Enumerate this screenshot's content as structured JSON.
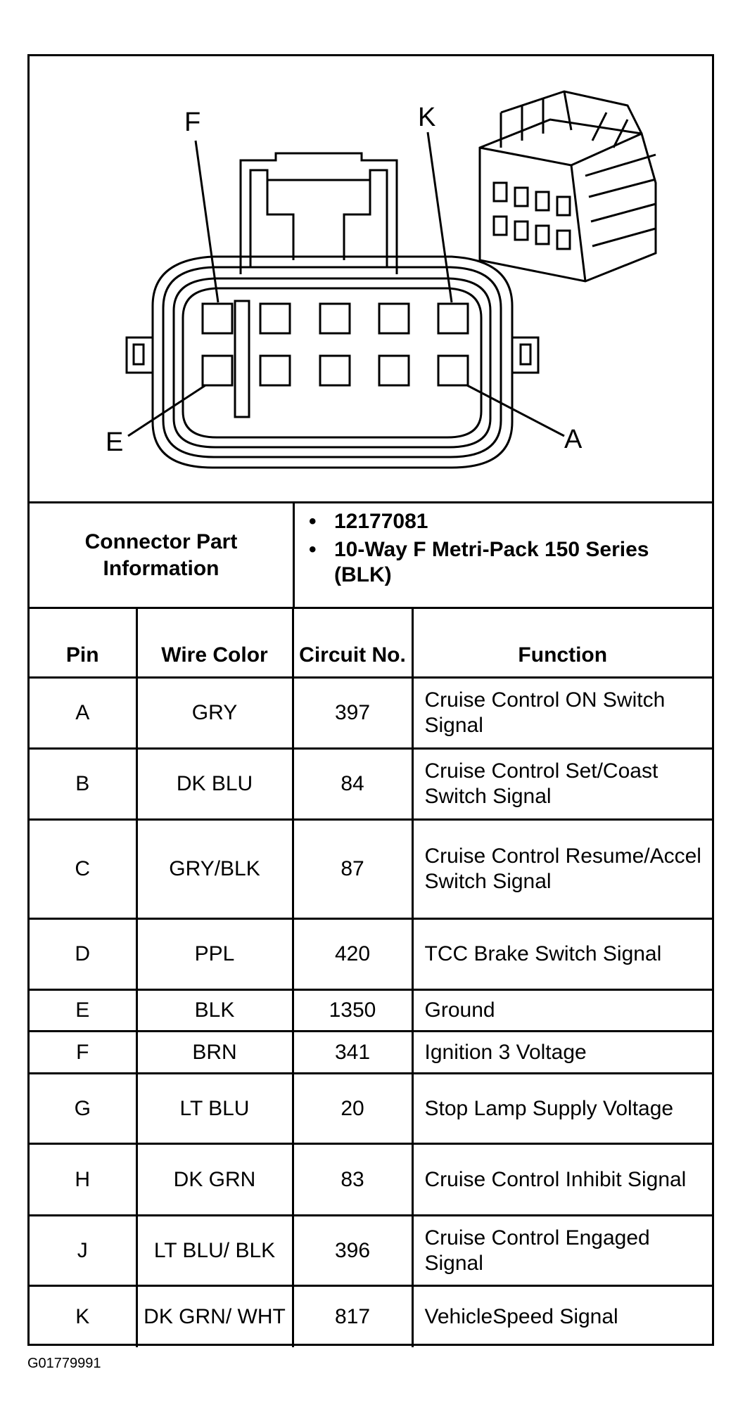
{
  "diagram": {
    "callouts": [
      "F",
      "K",
      "E",
      "A"
    ]
  },
  "connector_info": {
    "label": "Connector Part Information",
    "items": [
      "12177081",
      "10-Way F Metri-Pack 150 Series (BLK)"
    ]
  },
  "table": {
    "headers": [
      "Pin",
      "Wire Color",
      "Circuit No.",
      "Function"
    ],
    "rows": [
      {
        "pin": "A",
        "color": "GRY",
        "circuit": "397",
        "function": "Cruise Control ON Switch Signal"
      },
      {
        "pin": "B",
        "color": "DK BLU",
        "circuit": "84",
        "function": "Cruise Control Set/Coast Switch Signal"
      },
      {
        "pin": "C",
        "color": "GRY/BLK",
        "circuit": "87",
        "function": "Cruise Control Resume/Accel Switch Signal"
      },
      {
        "pin": "D",
        "color": "PPL",
        "circuit": "420",
        "function": "TCC Brake Switch Signal"
      },
      {
        "pin": "E",
        "color": "BLK",
        "circuit": "1350",
        "function": "Ground"
      },
      {
        "pin": "F",
        "color": "BRN",
        "circuit": "341",
        "function": "Ignition 3 Voltage"
      },
      {
        "pin": "G",
        "color": "LT BLU",
        "circuit": "20",
        "function": "Stop Lamp Supply Voltage"
      },
      {
        "pin": "H",
        "color": "DK GRN",
        "circuit": "83",
        "function": "Cruise Control Inhibit Signal"
      },
      {
        "pin": "J",
        "color": "LT BLU/ BLK",
        "circuit": "396",
        "function": "Cruise Control Engaged Signal"
      },
      {
        "pin": "K",
        "color": "DK GRN/ WHT",
        "circuit": "817",
        "function": "VehicleSpeed Signal"
      }
    ]
  },
  "figure_code": "G01779991"
}
